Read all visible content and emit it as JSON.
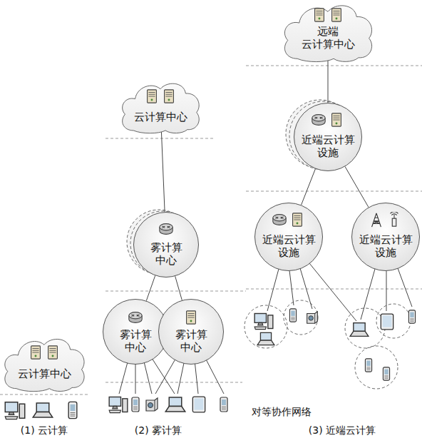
{
  "diagram": {
    "nodes": [
      {
        "text": [
          "云计算中心"
        ]
      },
      {
        "text": [
          "云计算中心"
        ]
      },
      {
        "text": [
          "雾计算 中心"
        ]
      },
      {
        "text": [
          "雾计算 中心"
        ]
      },
      {
        "text": [
          "雾计算 中心"
        ]
      },
      {
        "text": [
          "远端 云计算中心"
        ]
      },
      {
        "text": [
          "近端云计算 设施"
        ]
      },
      {
        "text": [
          "近端云计算 设施"
        ]
      },
      {
        "text": [
          "近端云计算 设施"
        ]
      }
    ],
    "edges": [
      {
        "from": 1,
        "to": 2,
        "arrow": "none"
      },
      {
        "from": 2,
        "to": 3,
        "arrow": "none"
      },
      {
        "from": 2,
        "to": 4,
        "arrow": "none"
      },
      {
        "from": 5,
        "to": 6,
        "arrow": "none"
      },
      {
        "from": 6,
        "to": 7,
        "arrow": "none"
      },
      {
        "from": 6,
        "to": 8,
        "arrow": "none"
      }
    ],
    "labels": [
      "对等协作网络",
      "(1) 云计算",
      "(2) 雾计算",
      "(3) 近端云计算"
    ]
  }
}
